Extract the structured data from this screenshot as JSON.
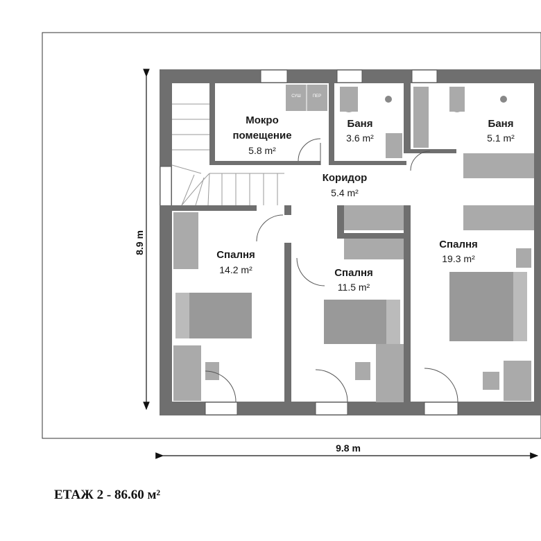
{
  "rooms": {
    "wet_room": {
      "name_line1": "Мокро",
      "name_line2": "помещение",
      "area": "5.8 m²"
    },
    "bath_small": {
      "name": "Баня",
      "area": "3.6 m²"
    },
    "bath_large": {
      "name": "Баня",
      "area": "5.1 m²"
    },
    "corridor": {
      "name": "Коридор",
      "area": "5.4 m²"
    },
    "bedroom_left": {
      "name": "Спалня",
      "area": "14.2 m²"
    },
    "bedroom_middle": {
      "name": "Спалня",
      "area": "11.5 m²"
    },
    "bedroom_right": {
      "name": "Спалня",
      "area": "19.3 m²"
    }
  },
  "appliances": {
    "dryer": "СУШ",
    "washer": "ПЕР"
  },
  "dimensions": {
    "height": "8.9 m",
    "width": "9.8 m"
  },
  "caption": "ЕТАЖ 2 - 86.60 м²"
}
